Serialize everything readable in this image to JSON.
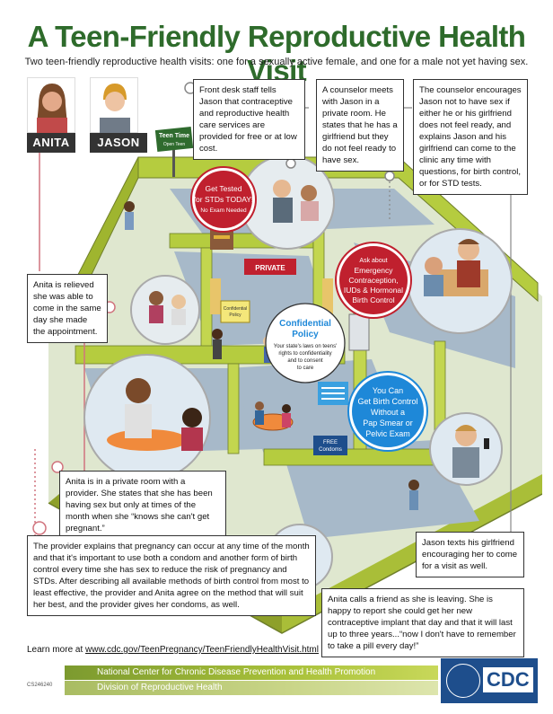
{
  "header": {
    "title": "A Teen-Friendly Reproductive Health Visit",
    "subtitle": "Two teen-friendly reproductive health visits: one for a sexually active female, and one for a male not yet having sex."
  },
  "characters": {
    "anita": "ANITA",
    "jason": "JASON"
  },
  "signs": {
    "teen_time_line1": "Teen Time",
    "teen_time_line2": "Open Teen",
    "private": "PRIVATE",
    "free_condoms_line1": "FREE",
    "free_condoms_line2": "Condoms",
    "confidential_sign_line1": "Confidential",
    "confidential_sign_line2": "Policy"
  },
  "badges": {
    "std_line1": "Get Tested",
    "std_line2": "for STDs TODAY!",
    "std_line3": "No Exam Needed",
    "ec_line1": "Ask about",
    "ec_line2": "Emergency",
    "ec_line3": "Contraception,",
    "ec_line4": "IUDs & Hormonal",
    "ec_line5": "Birth Control",
    "conf_title1": "Confidential",
    "conf_title2": "Policy",
    "conf_body1": "Your state's laws on teens'",
    "conf_body2": "rights to confidentiality",
    "conf_body3": "and to consent",
    "conf_body4": "to care",
    "bc_line1": "You Can",
    "bc_line2": "Get Birth Control",
    "bc_line3": "Without a",
    "bc_line4": "Pap Smear or",
    "bc_line5": "Pelvic Exam"
  },
  "callouts": {
    "front_desk": "Front desk staff tells Jason that contraceptive and reproductive health care services are provided for free or at low cost.",
    "counselor_meets": "A counselor meets with Jason in a private room. He states that he has a girlfriend but they do not feel ready to have sex.",
    "counselor_encourages": "The counselor encourages Jason not to have sex if either he or his girlfriend does not feel ready, and explains Jason and his girlfriend can come to the clinic any time with questions, for birth control, or for STD tests.",
    "anita_relieved": "Anita is relieved she was able to come in the same day she made the appointment.",
    "anita_private_room": "Anita is in a private room with a provider. She states that she has been having sex but only at times of the month when she “knows she can't get pregnant.”",
    "provider_explains": "The provider explains that pregnancy can occur at any time of the month and that it's important to use both a condom and another form of birth control every time she has sex to reduce the risk of pregnancy and STDs. After describing all available methods of birth control from most to least effective, the provider and Anita agree on the method that will suit her best, and the provider gives her condoms, as well.",
    "jason_texts": "Jason texts his girlfriend encouraging her to come for a visit as well.",
    "anita_calls": "Anita calls a friend as she is leaving. She is happy to report she could get her new contraceptive implant that day and that it will last up to three years...“now I don't have to remember to take a pill every day!”"
  },
  "footer": {
    "learn_more": "Learn more at ",
    "url": "www.cdc.gov/TeenPregnancy/TeenFriendlyHealthVisit.html",
    "center": "National Center for Chronic Disease Prevention and Health Promotion",
    "division": "Division of Reproductive Health",
    "code": "CS246240",
    "logo": "CDC"
  },
  "colors": {
    "title_green": "#2e6b2b",
    "wall_green": "#b5cc3f",
    "floor_blue": "#9fb2c5",
    "badge_red": "#c0202e",
    "badge_blue": "#1e88d8",
    "cdc_blue": "#1e4e8c"
  }
}
